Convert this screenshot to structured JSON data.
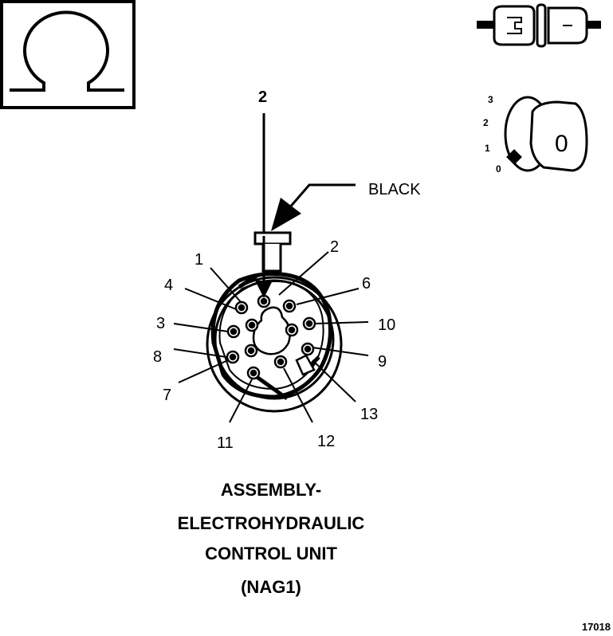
{
  "symbol": {
    "icon": "ohm-icon"
  },
  "connector_icon": {
    "icon": "connector-pair-icon"
  },
  "ignition": {
    "icon": "ignition-key-icon",
    "positions": [
      "3",
      "2",
      "1",
      "0"
    ],
    "key_label": "0"
  },
  "wire": {
    "pin": "2",
    "color_label": "BLACK"
  },
  "pins": {
    "p1": "1",
    "p2": "2",
    "p3": "3",
    "p4": "4",
    "p6": "6",
    "p7": "7",
    "p8": "8",
    "p9": "9",
    "p10": "10",
    "p11": "11",
    "p12": "12",
    "p13": "13"
  },
  "caption": {
    "line1": "ASSEMBLY-",
    "line2": "ELECTROHYDRAULIC",
    "line3": "CONTROL UNIT",
    "line4": "(NAG1)"
  },
  "figure_number": "17018"
}
